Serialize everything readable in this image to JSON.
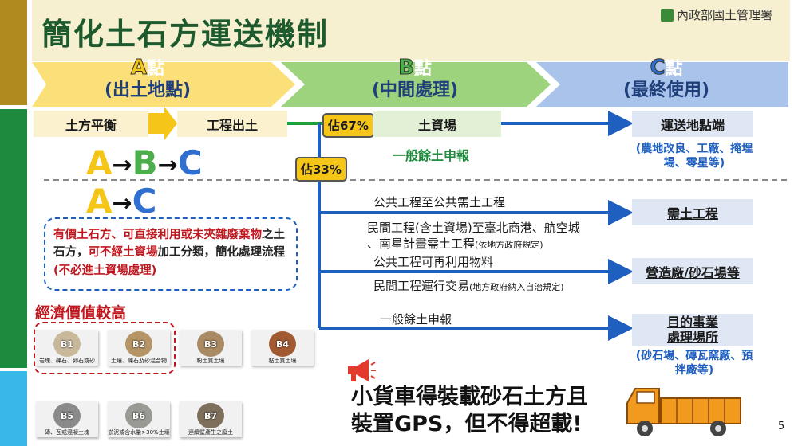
{
  "header": {
    "title": "簡化土石方運送機制",
    "agency": "內政部國土管理署"
  },
  "stages": [
    {
      "letter": "A",
      "suffix": "點",
      "name": "(出土地點)"
    },
    {
      "letter": "B",
      "suffix": "點",
      "name": "(中間處理)"
    },
    {
      "letter": "C",
      "suffix": "點",
      "name": "(最終使用)"
    }
  ],
  "flow": {
    "balance": "土方平衡",
    "excavation": "工程出土",
    "percent_b": "佔67%",
    "percent_direct": "佔33%",
    "soil_yard": "土資場",
    "general_declare": "一般餘土申報",
    "transport_end": "運送地點端",
    "end_uses": "(農地改良、工廠、掩埋場、零星等)",
    "demand_project": "需土工程",
    "public_to_public": "公共工程至公共需土工程",
    "private_line1": "民間工程(含土資場)至臺北商港、航空城",
    "private_line2": "、南星計畫需土工程",
    "private_note": "(依地方政府規定)",
    "public_reuse": "公共工程可再利用物料",
    "construction_plant": "營造廠/砂石場等",
    "private_trade": "民間工程運行交易",
    "private_trade_note": "(地方政府納入自治規定)",
    "general_declare2": "一般餘土申報",
    "target_facility_1": "目的事業",
    "target_facility_2": "處理場所",
    "facility_types": "(砂石場、磚瓦窯廠、預拌廠等)"
  },
  "paths": {
    "abc": [
      "A",
      "B",
      "C"
    ],
    "ac": [
      "A",
      "C"
    ],
    "arrow": "→"
  },
  "explanation": {
    "part1": "有價土石方、可直接利用或未夾雜廢棄物",
    "part2": "之土石方，",
    "part3": "可不經土資場",
    "part4": "加工分類，簡化處理流程",
    "part5": "(不必進土資場處理)"
  },
  "value_label": "經濟價值較高",
  "samples": [
    {
      "code": "B1",
      "caption": "岩塊、礫石、卵石或砂",
      "color": "#c9b89a"
    },
    {
      "code": "B2",
      "caption": "土壤、礫石及砂混合物",
      "color": "#b59466"
    },
    {
      "code": "B3",
      "caption": "粉土質土壤",
      "color": "#a98a63"
    },
    {
      "code": "B4",
      "caption": "黏土質土壤",
      "color": "#a15a32"
    },
    {
      "code": "B5",
      "caption": "磚、瓦或混凝土塊",
      "color": "#8a8a8a"
    },
    {
      "code": "B6",
      "caption": "淤泥或含水量>30%土壤",
      "color": "#9a9a94"
    },
    {
      "code": "B7",
      "caption": "連續壁產生之廢土",
      "color": "#7e6e5c"
    }
  ],
  "slogan": {
    "line1": "小貨車得裝載砂石土方且",
    "line2": "裝置GPS，但不得超載!"
  },
  "page_number": "5",
  "icons": [
    "megaphone-icon",
    "truck-icon"
  ],
  "colors": {
    "stage_a": "#f5c518",
    "stage_b": "#4cae4c",
    "stage_c": "#2f6fd0",
    "flow_blue": "#1f5fbf",
    "flow_green": "#1e9e3a"
  }
}
